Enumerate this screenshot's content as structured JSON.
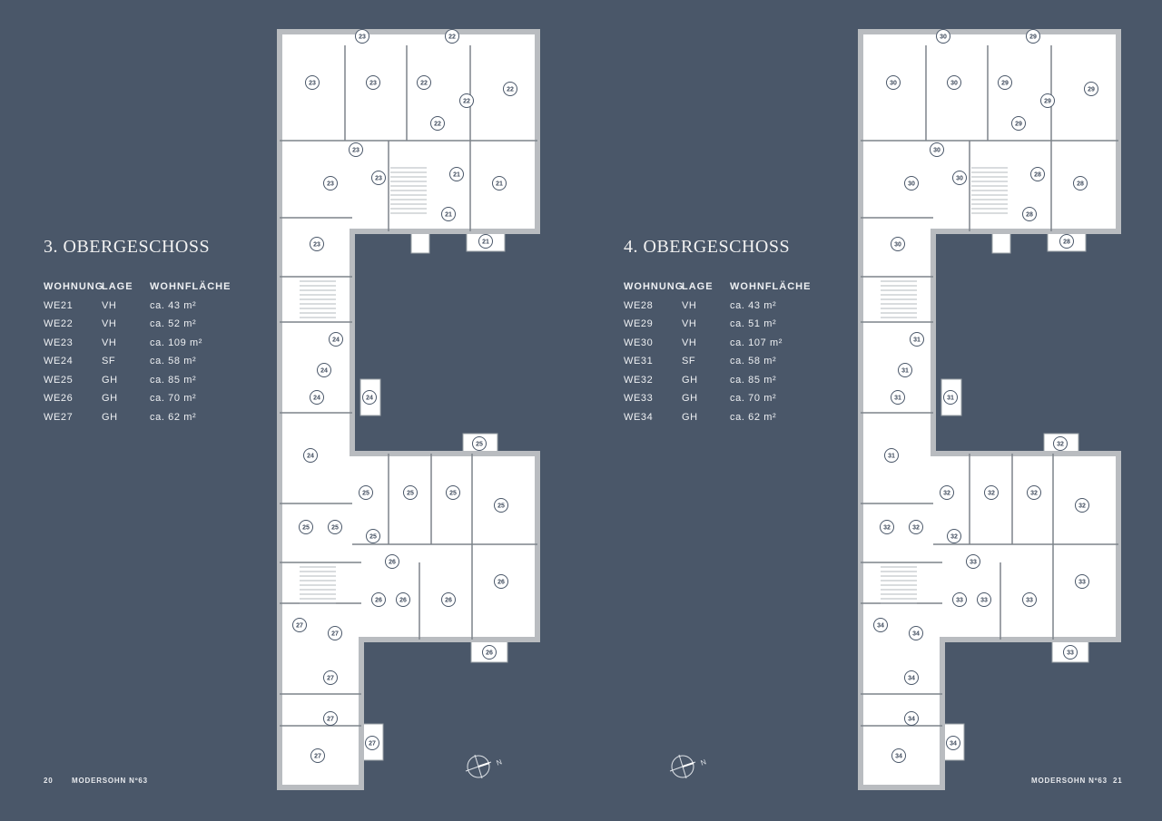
{
  "left_page": {
    "title": "3. OBERGESCHOSS",
    "columns": [
      "WOHNUNG",
      "LAGE",
      "WOHNFLÄCHE"
    ],
    "rows": [
      [
        "WE21",
        "VH",
        "ca. 43 m²"
      ],
      [
        "WE22",
        "VH",
        "ca. 52 m²"
      ],
      [
        "WE23",
        "VH",
        "ca. 109 m²"
      ],
      [
        "WE24",
        "SF",
        "ca. 58 m²"
      ],
      [
        "WE25",
        "GH",
        "ca. 85 m²"
      ],
      [
        "WE26",
        "GH",
        "ca. 70 m²"
      ],
      [
        "WE27",
        "GH",
        "ca. 62 m²"
      ]
    ],
    "page_number": "20",
    "brand": "MODERSOHN Nº63",
    "plan_labels": [
      "23",
      "22",
      "23",
      "23",
      "22",
      "22",
      "22",
      "22",
      "23",
      "23",
      "23",
      "21",
      "21",
      "21",
      "21",
      "23",
      "24",
      "24",
      "24",
      "24",
      "24",
      "25",
      "25",
      "25",
      "25",
      "25",
      "25",
      "25",
      "25",
      "26",
      "26",
      "26",
      "26",
      "26",
      "27",
      "27",
      "26",
      "27",
      "27",
      "27",
      "27"
    ]
  },
  "right_page": {
    "title": "4. OBERGESCHOSS",
    "columns": [
      "WOHNUNG",
      "LAGE",
      "WOHNFLÄCHE"
    ],
    "rows": [
      [
        "WE28",
        "VH",
        "ca. 43 m²"
      ],
      [
        "WE29",
        "VH",
        "ca. 51 m²"
      ],
      [
        "WE30",
        "VH",
        "ca. 107 m²"
      ],
      [
        "WE31",
        "SF",
        "ca. 58 m²"
      ],
      [
        "WE32",
        "GH",
        "ca. 85 m²"
      ],
      [
        "WE33",
        "GH",
        "ca. 70 m²"
      ],
      [
        "WE34",
        "GH",
        "ca. 62 m²"
      ]
    ],
    "page_number": "21",
    "brand": "MODERSOHN Nº63",
    "plan_labels": [
      "30",
      "29",
      "30",
      "30",
      "29",
      "29",
      "29",
      "29",
      "30",
      "30",
      "30",
      "28",
      "28",
      "28",
      "28",
      "30",
      "31",
      "31",
      "31",
      "31",
      "31",
      "32",
      "32",
      "32",
      "32",
      "32",
      "32",
      "32",
      "32",
      "33",
      "33",
      "33",
      "33",
      "33",
      "34",
      "34",
      "33",
      "34",
      "34",
      "34",
      "34"
    ]
  },
  "compass_label": "N",
  "colors": {
    "background": "#4a5769",
    "plan_fill": "#ffffff",
    "wall": "#b9bcc0",
    "label": "#3e4a5c"
  }
}
